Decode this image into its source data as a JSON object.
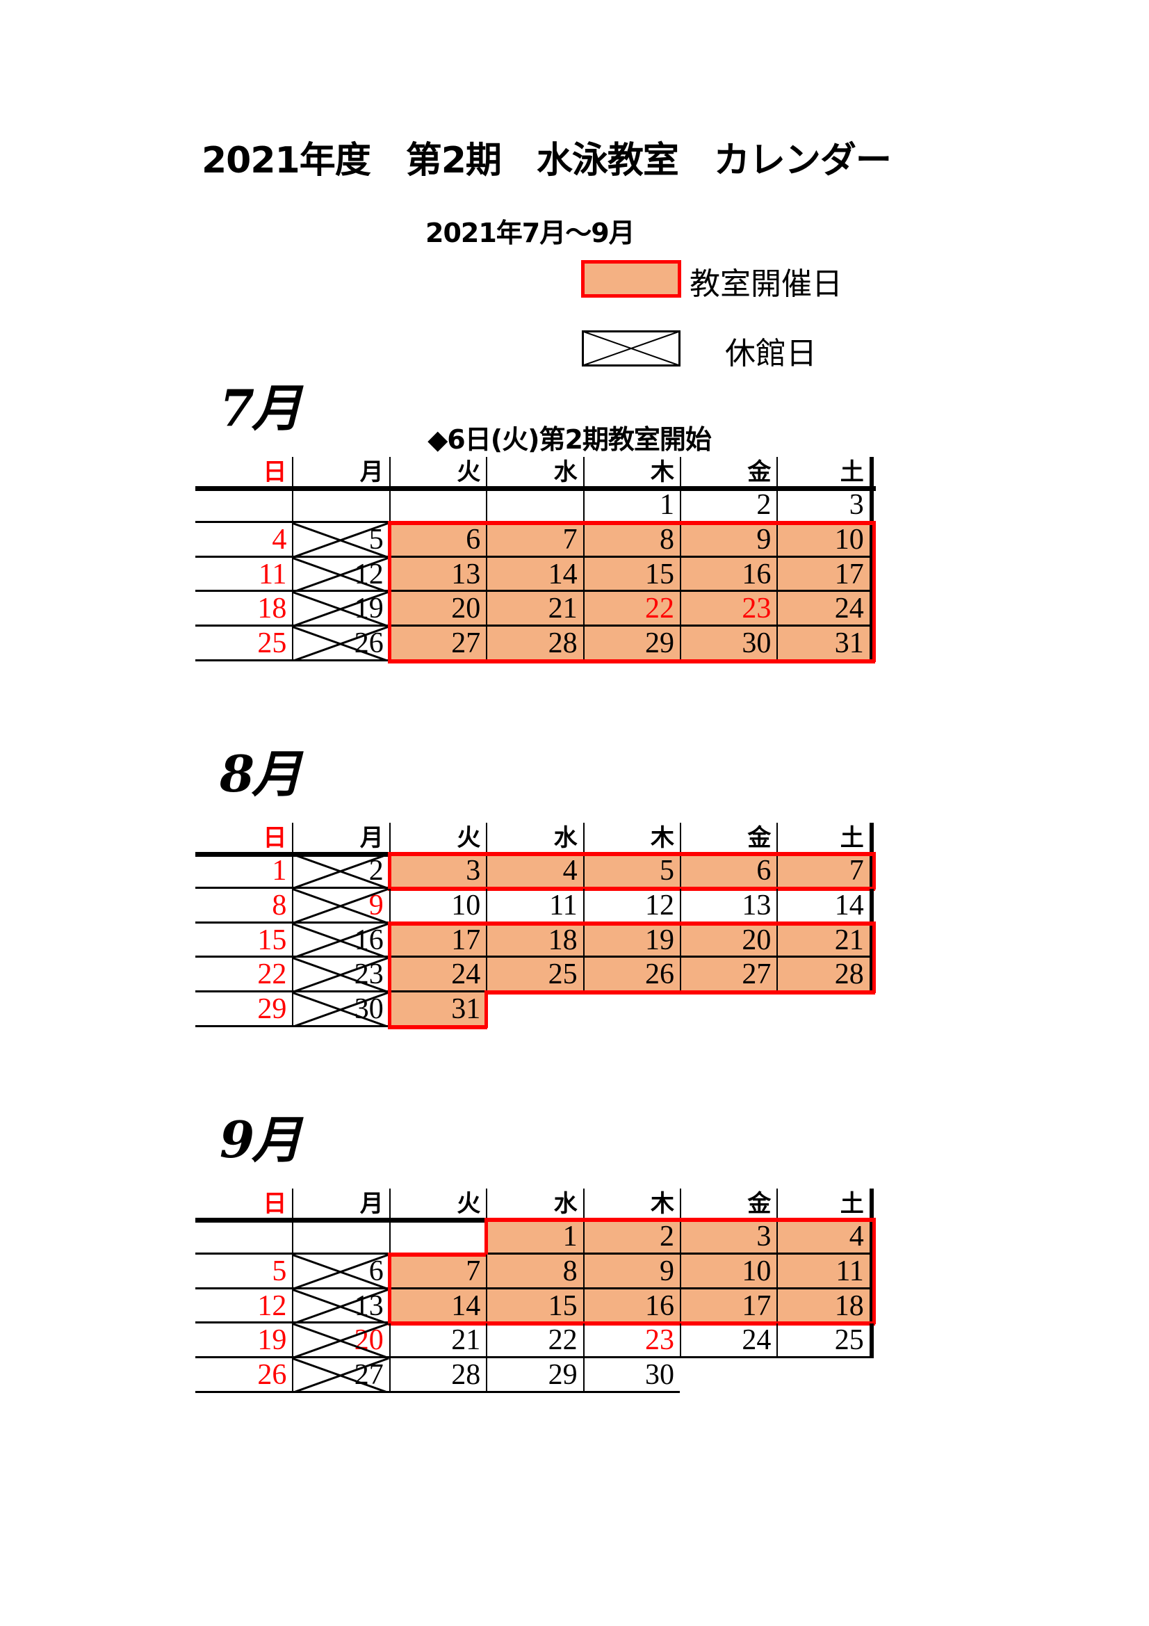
{
  "title": "2021年度　第2期　水泳教室　カレンダー",
  "subtitle": "2021年7月〜9月",
  "legend": {
    "class_day_label": "教室開催日",
    "closed_day_label": "休館日"
  },
  "colors": {
    "highlight": "#F4B183",
    "accent": "#FF0000"
  },
  "weekdays": [
    "日",
    "月",
    "火",
    "水",
    "木",
    "金",
    "土"
  ],
  "months": [
    {
      "label": "7月",
      "note": "◆6日(火)第2期教室開始",
      "weeks": [
        [
          "",
          "",
          "",
          "",
          "1",
          "2",
          "3"
        ],
        [
          "4",
          "5",
          "6",
          "7",
          "8",
          "9",
          "10"
        ],
        [
          "11",
          "12",
          "13",
          "14",
          "15",
          "16",
          "17"
        ],
        [
          "18",
          "19",
          "20",
          "21",
          "22",
          "23",
          "24"
        ],
        [
          "25",
          "26",
          "27",
          "28",
          "29",
          "30",
          "31"
        ]
      ],
      "red_days": [
        "4",
        "11",
        "18",
        "25",
        "22",
        "23"
      ],
      "closed_days": [
        "5",
        "12",
        "19",
        "26"
      ],
      "class_days": [
        "6",
        "7",
        "8",
        "9",
        "10",
        "13",
        "14",
        "15",
        "16",
        "17",
        "20",
        "21",
        "22",
        "23",
        "24",
        "27",
        "28",
        "29",
        "30",
        "31"
      ]
    },
    {
      "label": "8月",
      "note": "",
      "weeks": [
        [
          "1",
          "2",
          "3",
          "4",
          "5",
          "6",
          "7"
        ],
        [
          "8",
          "9",
          "10",
          "11",
          "12",
          "13",
          "14"
        ],
        [
          "15",
          "16",
          "17",
          "18",
          "19",
          "20",
          "21"
        ],
        [
          "22",
          "23",
          "24",
          "25",
          "26",
          "27",
          "28"
        ],
        [
          "29",
          "30",
          "31",
          null,
          null,
          null,
          null
        ]
      ],
      "red_days": [
        "1",
        "8",
        "15",
        "22",
        "29",
        "9"
      ],
      "closed_days": [
        "2",
        "9",
        "16",
        "23",
        "30"
      ],
      "class_days": [
        "3",
        "4",
        "5",
        "6",
        "7",
        "17",
        "18",
        "19",
        "20",
        "21",
        "24",
        "25",
        "26",
        "27",
        "28",
        "31"
      ]
    },
    {
      "label": "9月",
      "note": "",
      "weeks": [
        [
          "",
          "",
          "",
          "1",
          "2",
          "3",
          "4"
        ],
        [
          "5",
          "6",
          "7",
          "8",
          "9",
          "10",
          "11"
        ],
        [
          "12",
          "13",
          "14",
          "15",
          "16",
          "17",
          "18"
        ],
        [
          "19",
          "20",
          "21",
          "22",
          "23",
          "24",
          "25"
        ],
        [
          "26",
          "27",
          "28",
          "29",
          "30",
          null,
          null
        ]
      ],
      "red_days": [
        "5",
        "12",
        "19",
        "26",
        "20",
        "23"
      ],
      "closed_days": [
        "6",
        "13",
        "20",
        "27"
      ],
      "class_days": [
        "1",
        "2",
        "3",
        "4",
        "7",
        "8",
        "9",
        "10",
        "11",
        "14",
        "15",
        "16",
        "17",
        "18"
      ]
    }
  ]
}
